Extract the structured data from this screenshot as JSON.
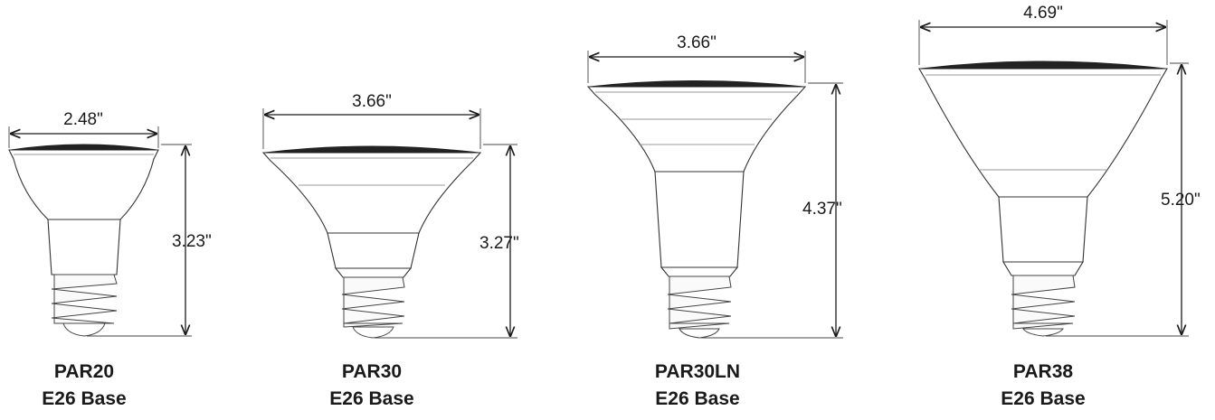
{
  "bulbs": [
    {
      "model": "PAR20",
      "base": "E26 Base",
      "width": "2.48\"",
      "height": "3.23\""
    },
    {
      "model": "PAR30",
      "base": "E26 Base",
      "width": "3.66\"",
      "height": "3.27\""
    },
    {
      "model": "PAR30LN",
      "base": "E26 Base",
      "width": "3.66\"",
      "height": "4.37\""
    },
    {
      "model": "PAR38",
      "base": "E26 Base",
      "width": "4.69\"",
      "height": "5.20\""
    }
  ]
}
